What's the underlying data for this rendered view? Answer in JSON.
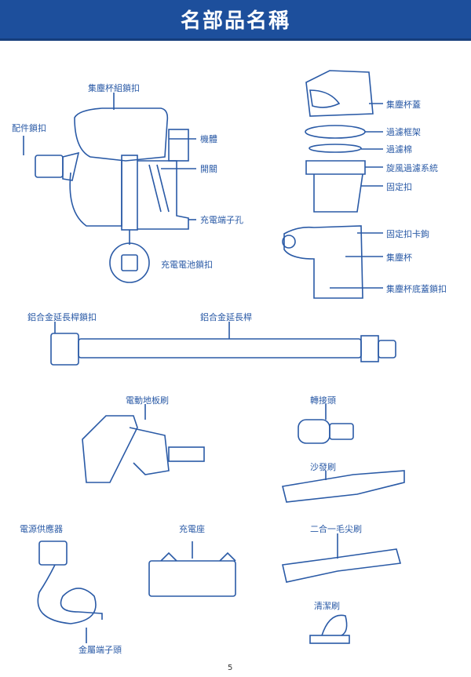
{
  "header": {
    "title": "名部品名稱"
  },
  "labels": {
    "dust_cup_lock": "集塵杯組鎖扣",
    "accessory_lock": "配件鎖扣",
    "body": "機體",
    "switch": "開關",
    "charge_port": "充電端子孔",
    "battery_lock": "充電電池鎖扣",
    "dust_cup_lid": "集塵杯蓋",
    "filter_frame": "過濾框架",
    "filter_cotton": "過濾棉",
    "cyclone_filter": "旋風過濾系統",
    "fixing_clip": "固定扣",
    "fixing_hook": "固定扣卡鉤",
    "dust_cup": "集塵杯",
    "dust_cup_bottom_lock": "集塵杯底蓋鎖扣",
    "tube_lock": "鋁合金延長桿鎖扣",
    "tube": "鋁合金延長桿",
    "floor_brush": "電動地板刷",
    "adapter": "轉接頭",
    "sofa_brush": "沙發刷",
    "power_supply": "電源供應器",
    "charging_base": "充電座",
    "crevice_brush": "二合一毛尖刷",
    "cleaning_brush": "清潔刷",
    "metal_plug": "金屬端子頭"
  },
  "page_number": "5",
  "colors": {
    "header": "#1d4f9c",
    "line": "#2a5aa6"
  }
}
